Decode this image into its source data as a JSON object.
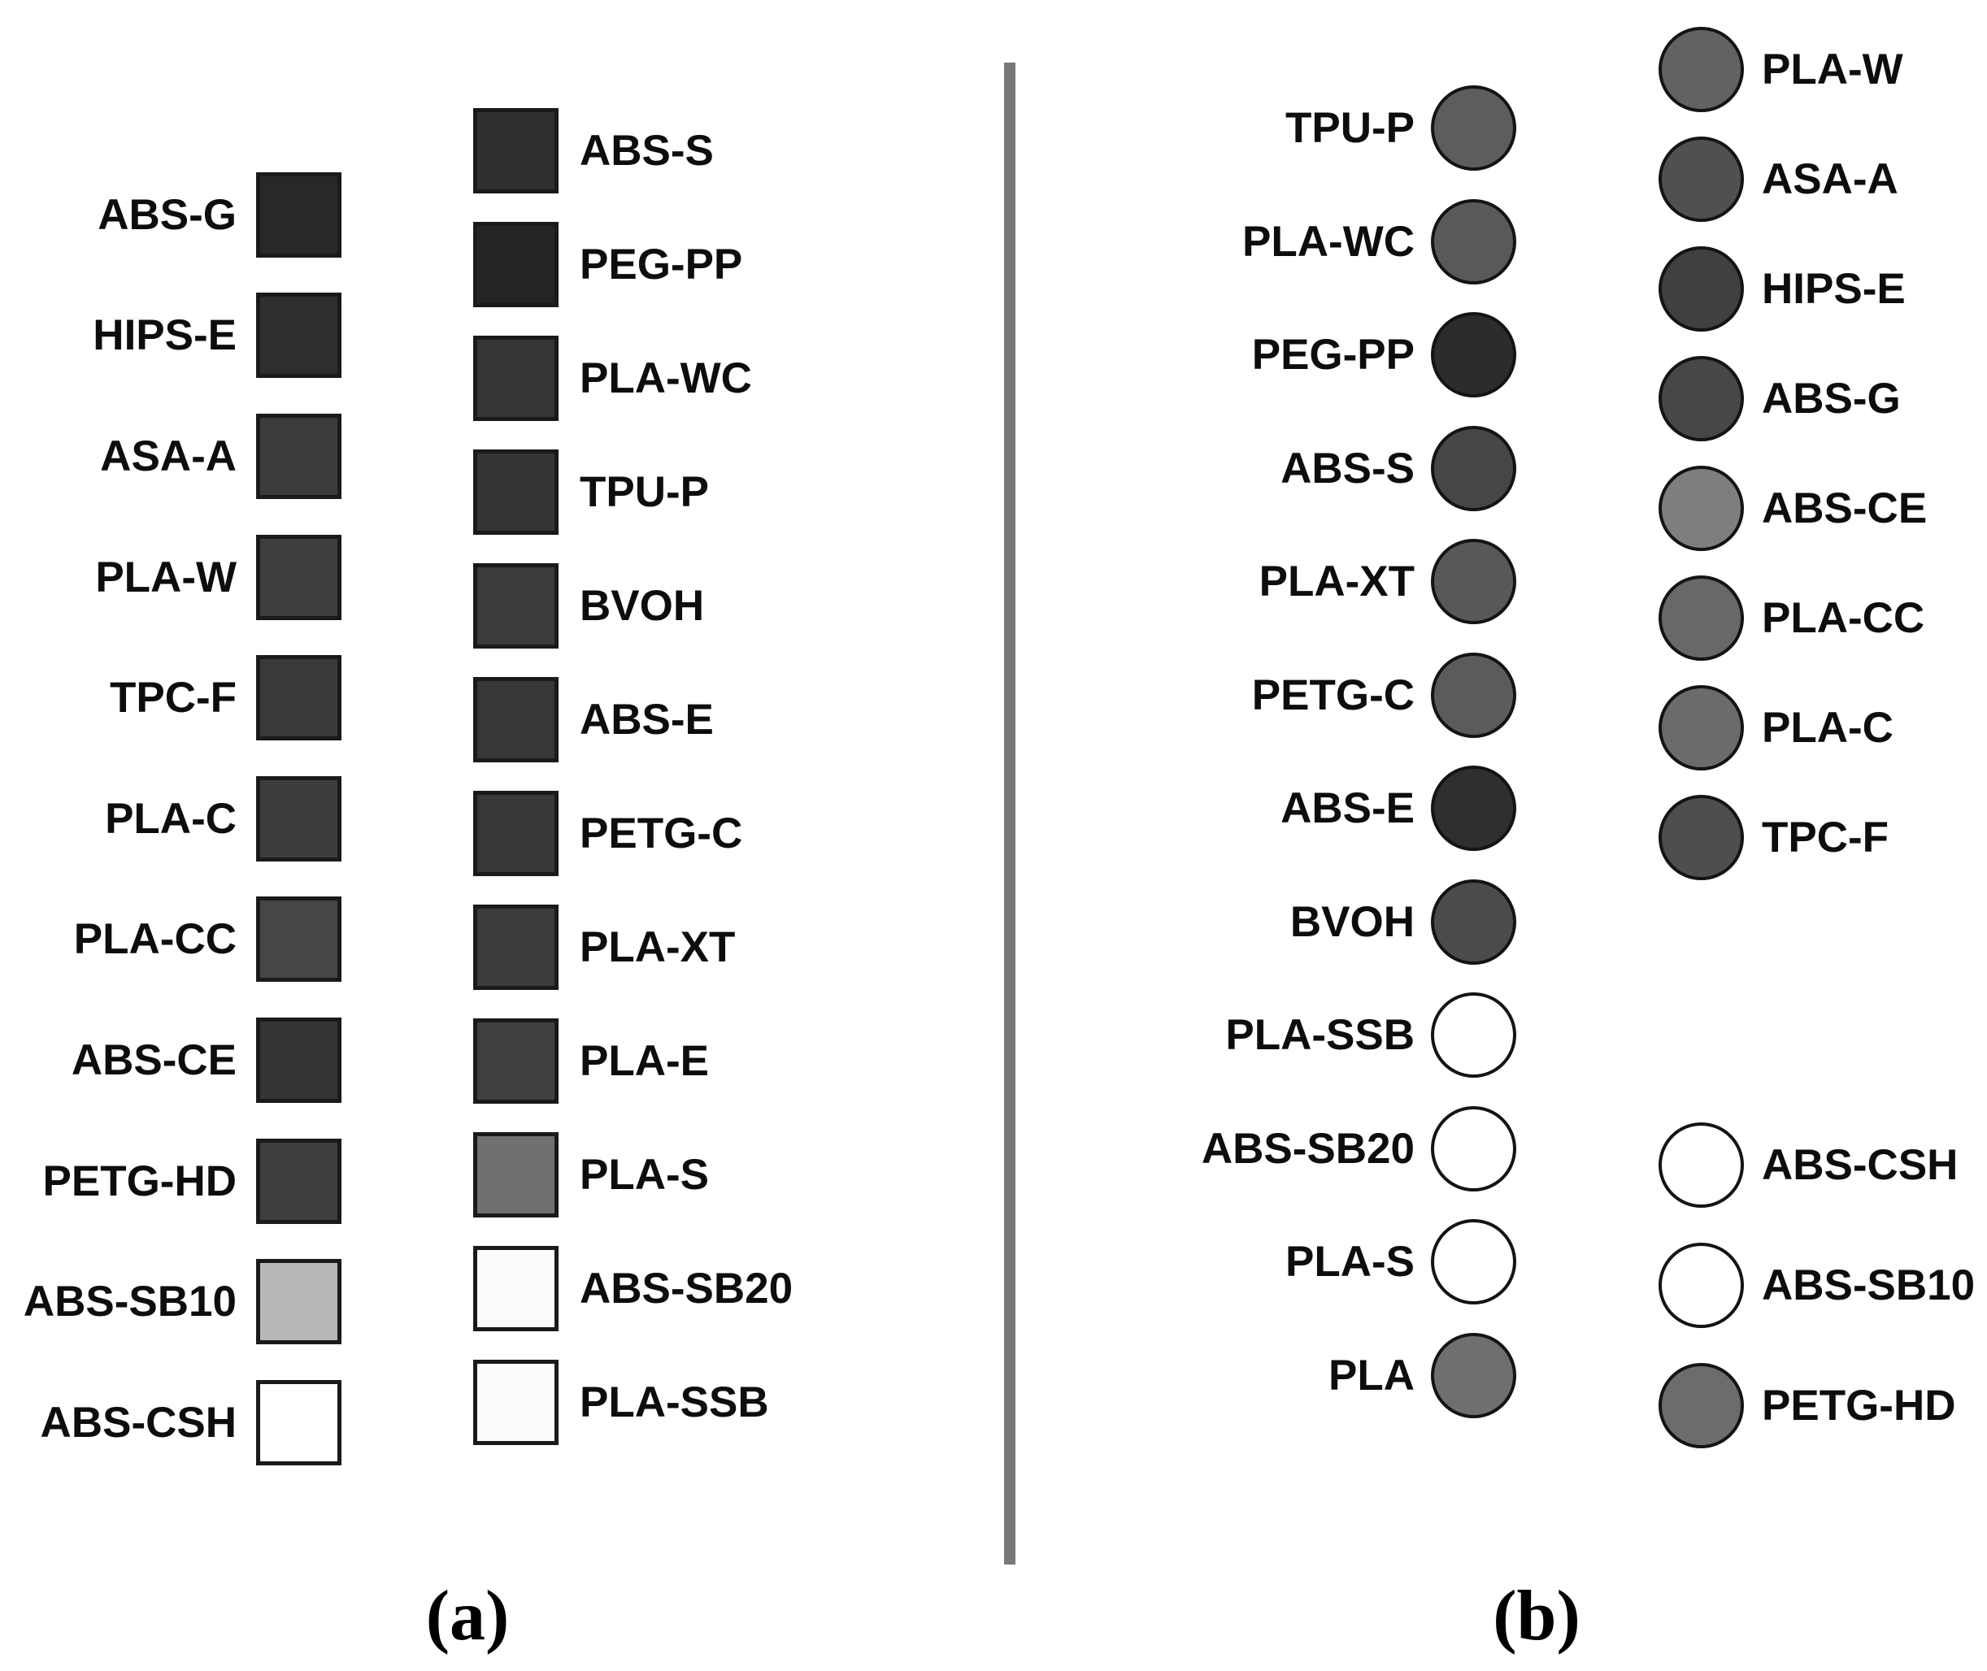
{
  "divider_color": "#7b7777",
  "panel_a": {
    "caption": "(a)",
    "col1": [
      {
        "label": "ABS-G",
        "color": "#282828"
      },
      {
        "label": "HIPS-E",
        "color": "#2f2f2f"
      },
      {
        "label": "ASA-A",
        "color": "#3b3b3b"
      },
      {
        "label": "PLA-W",
        "color": "#3e3e3e"
      },
      {
        "label": "TPC-F",
        "color": "#393939"
      },
      {
        "label": "PLA-C",
        "color": "#3d3d3d"
      },
      {
        "label": "PLA-CC",
        "color": "#464646"
      },
      {
        "label": "ABS-CE",
        "color": "#343434"
      },
      {
        "label": "PETG-HD",
        "color": "#3e3e3e"
      },
      {
        "label": "ABS-SB10",
        "color": "#b7b7b7"
      },
      {
        "label": "ABS-CSH",
        "color": "#ffffff"
      }
    ],
    "col2": [
      {
        "label": "ABS-S",
        "color": "#2f2f2f"
      },
      {
        "label": "PEG-PP",
        "color": "#242424"
      },
      {
        "label": "PLA-WC",
        "color": "#353535"
      },
      {
        "label": "TPU-P",
        "color": "#343434"
      },
      {
        "label": "BVOH",
        "color": "#3b3b3b"
      },
      {
        "label": "ABS-E",
        "color": "#373737"
      },
      {
        "label": "PETG-C",
        "color": "#383838"
      },
      {
        "label": "PLA-XT",
        "color": "#3b3b3b"
      },
      {
        "label": "PLA-E",
        "color": "#404040"
      },
      {
        "label": "PLA-S",
        "color": "#707070"
      },
      {
        "label": "ABS-SB20",
        "color": "#fcfcfc"
      },
      {
        "label": "PLA-SSB",
        "color": "#fcfcfc"
      }
    ]
  },
  "panel_b": {
    "caption": "(b)",
    "col1": [
      {
        "label": "TPU-P",
        "color": "#5d5d5d"
      },
      {
        "label": "PLA-WC",
        "color": "#595959"
      },
      {
        "label": "PEG-PP",
        "color": "#2c2c2c"
      },
      {
        "label": "ABS-S",
        "color": "#464646"
      },
      {
        "label": "PLA-XT",
        "color": "#585858"
      },
      {
        "label": "PETG-C",
        "color": "#5b5b5b"
      },
      {
        "label": "ABS-E",
        "color": "#2f2f2f"
      },
      {
        "label": "BVOH",
        "color": "#4b4b4b"
      },
      {
        "label": "PLA-SSB",
        "color": "#ffffff"
      },
      {
        "label": "ABS-SB20",
        "color": "#ffffff"
      },
      {
        "label": "PLA-S",
        "color": "#ffffff"
      },
      {
        "label": "PLA",
        "color": "#6f6f6f"
      }
    ],
    "col2_top": [
      {
        "label": "PLA-W",
        "color": "#626262"
      },
      {
        "label": "ASA-A",
        "color": "#505050"
      },
      {
        "label": "HIPS-E",
        "color": "#404040"
      },
      {
        "label": "ABS-G",
        "color": "#474747"
      },
      {
        "label": "ABS-CE",
        "color": "#7e7e7e"
      },
      {
        "label": "PLA-CC",
        "color": "#686868"
      },
      {
        "label": "PLA-C",
        "color": "#6b6b6b"
      },
      {
        "label": "TPC-F",
        "color": "#4e4e4e"
      }
    ],
    "col2_bottom": [
      {
        "label": "ABS-CSH",
        "color": "#ffffff"
      },
      {
        "label": "ABS-SB10",
        "color": "#ffffff"
      },
      {
        "label": "PETG-HD",
        "color": "#6c6c6c"
      }
    ]
  }
}
